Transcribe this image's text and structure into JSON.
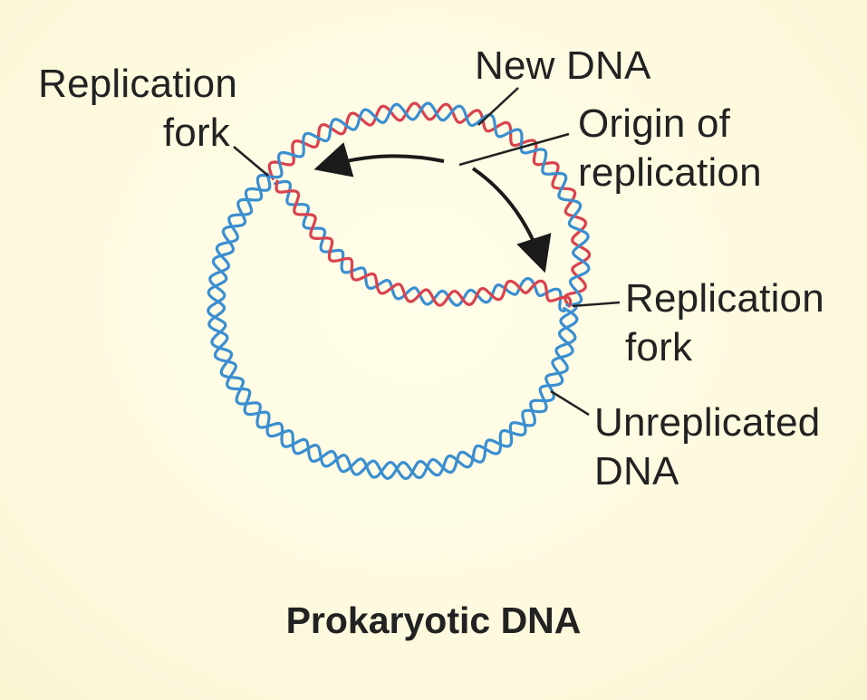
{
  "labels": {
    "new_dna": "New DNA",
    "replication_fork_left": [
      "Replication",
      "fork"
    ],
    "origin_of_replication": [
      "Origin of",
      "replication"
    ],
    "replication_fork_right": [
      "Replication",
      "fork"
    ],
    "unreplicated_dna": [
      "Unreplicated",
      "DNA"
    ]
  },
  "caption": "Prokaryotic DNA",
  "colors": {
    "parental_strand": "#3b8fd0",
    "new_strand": "#d9434d",
    "arrow": "#1a1a1a",
    "text": "#222222"
  }
}
